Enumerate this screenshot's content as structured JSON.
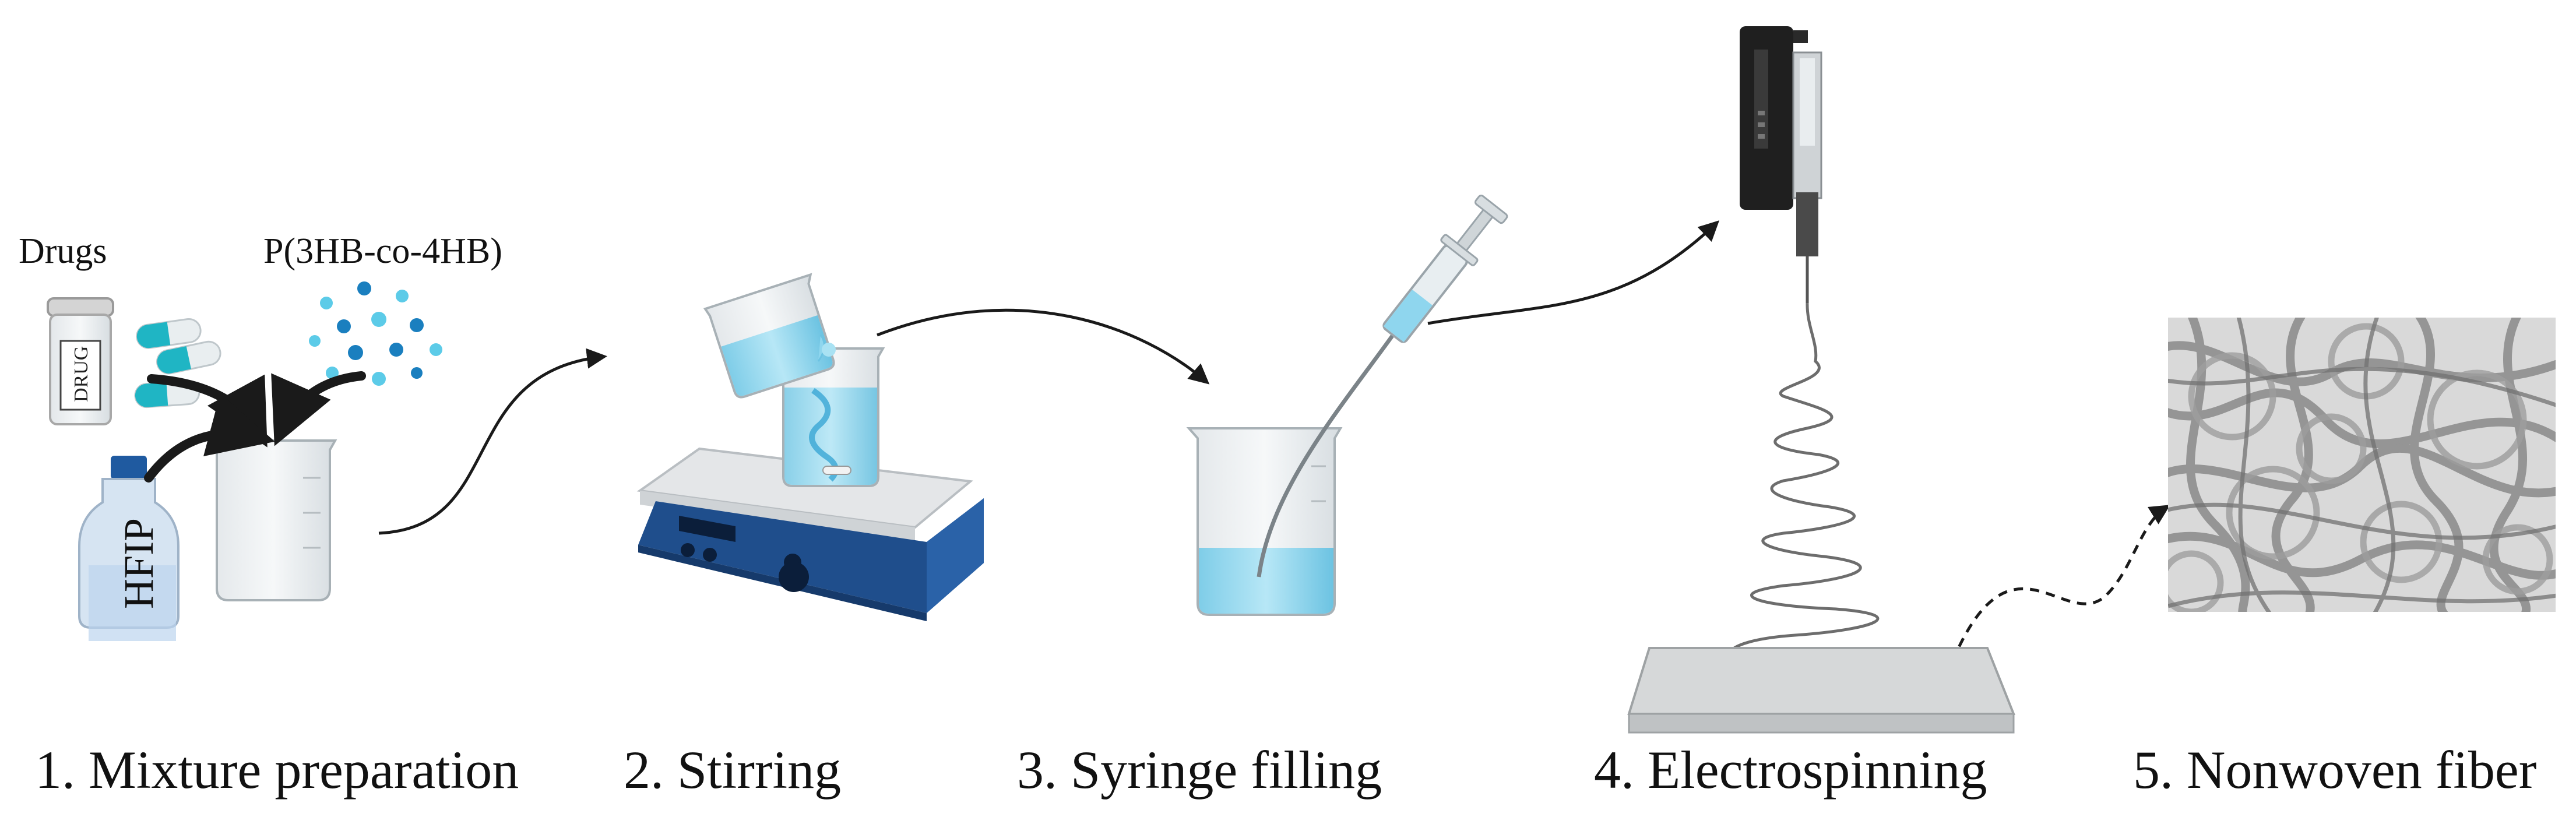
{
  "labels": {
    "drugs": "Drugs",
    "polymer": "P(3HB-co-4HB)",
    "drug_vial": "DRUG",
    "hfip_bottle": "HFIP"
  },
  "steps": [
    {
      "label": "1.  Mixture preparation"
    },
    {
      "label": "2.  Stirring"
    },
    {
      "label": "3. Syringe filling"
    },
    {
      "label": "4.  Electrospinning"
    },
    {
      "label": "5. Nonwoven fiber"
    }
  ],
  "colors": {
    "liquid": "#8fd6ee",
    "drug_teal": "#1fb5c4",
    "dot_dark": "#1a7fbf",
    "dot_light": "#5ccbe8",
    "stirrer_blue": "#1f4e8c",
    "fiber_gray": "#8a8a8a",
    "arrow": "#1a1a1a"
  }
}
